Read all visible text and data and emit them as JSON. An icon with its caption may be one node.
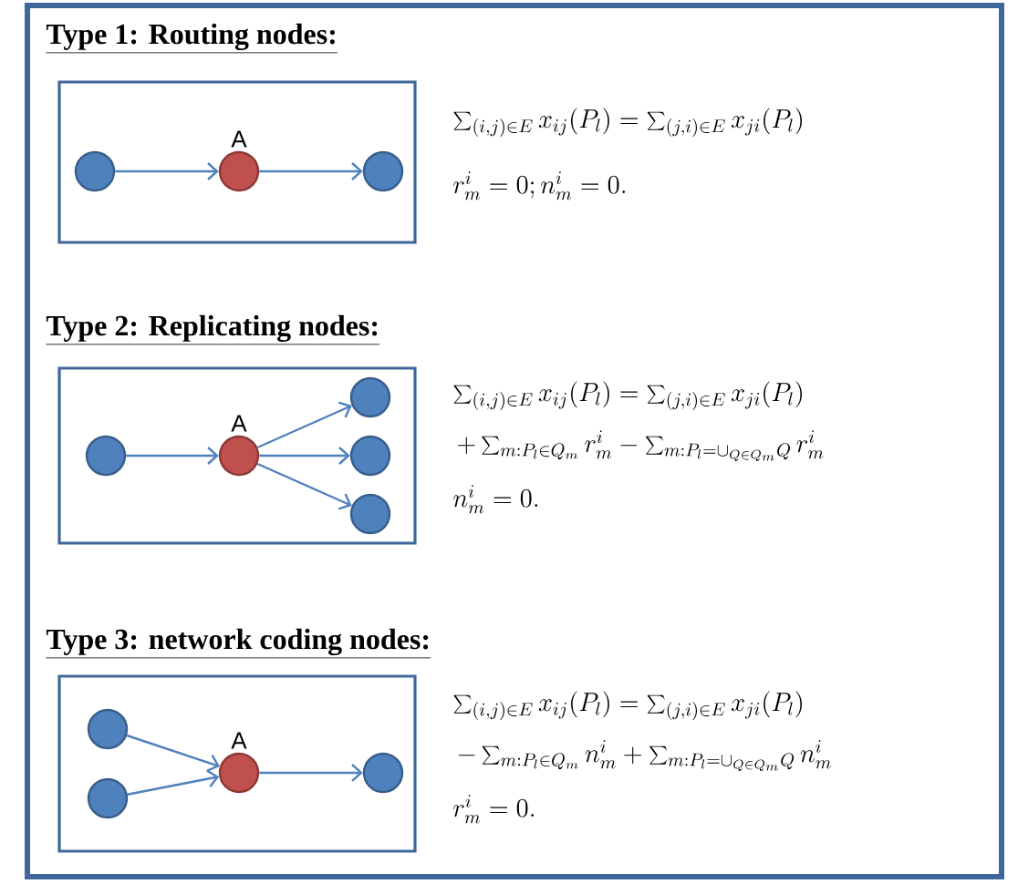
{
  "diagram": {
    "nodes": [
      {
        "text": [],
        "shape": "box"
      },
      {
        "text": [],
        "shape": "circle",
        "in": 0
      },
      {
        "text": [
          "A"
        ],
        "in": 0
      },
      {
        "text": [],
        "shape": "circle",
        "in": 0
      },
      {
        "text": [],
        "shape": "box"
      },
      {
        "text": [],
        "shape": "circle",
        "in": 4
      },
      {
        "text": [
          "A"
        ],
        "in": 4
      },
      {
        "text": [],
        "shape": "circle",
        "in": 4
      },
      {
        "text": [],
        "shape": "circle",
        "in": 4
      },
      {
        "text": [],
        "shape": "circle",
        "in": 4
      },
      {
        "text": [],
        "shape": "box"
      },
      {
        "text": [],
        "shape": "circle",
        "in": 10
      },
      {
        "text": [],
        "shape": "circle",
        "in": 10
      },
      {
        "text": [
          "A"
        ],
        "in": 10
      },
      {
        "text": [],
        "shape": "circle",
        "in": 10
      }
    ],
    "edges": [
      {
        "from": 1,
        "to": 2,
        "arrow": "to"
      },
      {
        "from": 2,
        "to": 3,
        "arrow": "to"
      },
      {
        "from": 5,
        "to": 6,
        "arrow": "to"
      },
      {
        "from": 6,
        "to": 7,
        "arrow": "to"
      },
      {
        "from": 6,
        "to": 8,
        "arrow": "to"
      },
      {
        "from": 6,
        "to": 9,
        "arrow": "to"
      },
      {
        "from": 11,
        "to": 13,
        "arrow": "to"
      },
      {
        "from": 12,
        "to": 13,
        "arrow": "to"
      },
      {
        "from": 13,
        "to": 14,
        "arrow": "to"
      }
    ],
    "labels": [
      "Type 1: Routing nodes:",
      "\\sum_{(i,j)\\in E} x_{ij}(P_l) = \\sum_{(j,i)\\in E} x_{ji}(P_l)",
      "r_m^i = 0; n_m^i = 0.",
      "Type 2: Replicating nodes:",
      "\\sum_{(i,j)\\in E} x_{ij}(P_l) = \\sum_{(j,i)\\in E} x_{ji}(P_l)",
      "+ \\sum_{m:P_l\\in Q_m} r_m^i - \\sum_{m:P_l=\\cup_{Q\\in Q_m} Q} r_m^i",
      "n_m^i = 0.",
      "Type 3: network coding nodes:",
      "\\sum_{(i,j)\\in E} x_{ij}(P_l) = \\sum_{(j,i)\\in E} x_{ji}(P_l)",
      "- \\sum_{m:P_l\\in Q_m} n_m^i + \\sum_{m:P_l=\\cup_{Q\\in Q_m} Q} n_m^i",
      "r_m^i = 0."
    ]
  }
}
